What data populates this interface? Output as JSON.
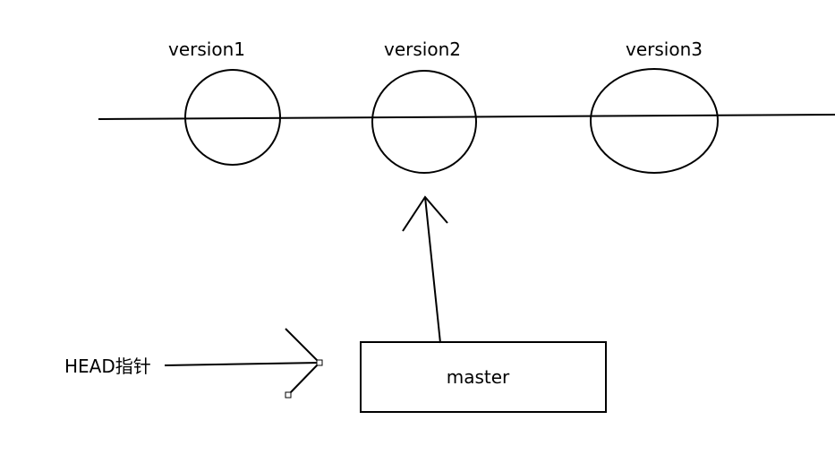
{
  "commits": [
    {
      "label": "version1"
    },
    {
      "label": "version2"
    },
    {
      "label": "version3"
    }
  ],
  "branch": {
    "label": "master"
  },
  "head": {
    "label": "HEAD指针"
  },
  "colors": {
    "stroke": "#000000",
    "background": "#ffffff"
  }
}
